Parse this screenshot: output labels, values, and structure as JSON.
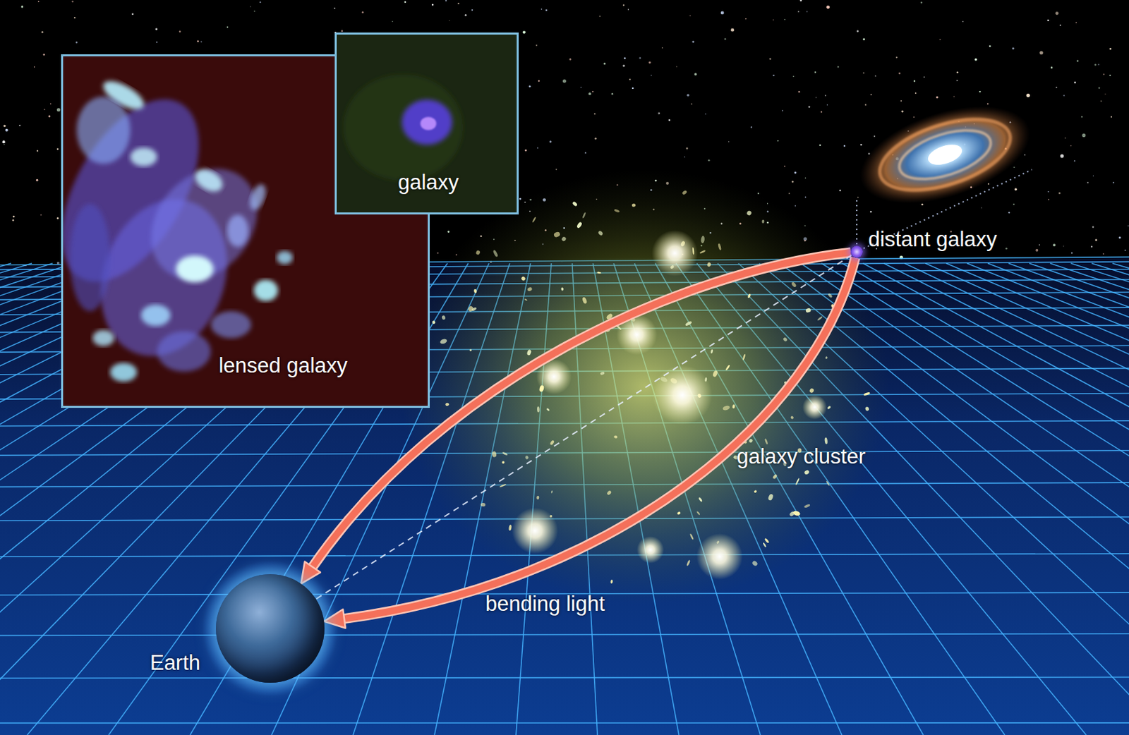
{
  "diagram": {
    "nodes": [
      {
        "text": [
          "lensed galaxy"
        ]
      },
      {
        "text": [
          "galaxy"
        ]
      },
      {
        "text": [
          "distant galaxy"
        ]
      },
      {
        "text": [
          "galaxy cluster"
        ]
      },
      {
        "text": [
          "Earth"
        ]
      }
    ],
    "edges": [
      {
        "from": 2,
        "to": 4,
        "arrow": "to"
      },
      {
        "from": 2,
        "to": 4,
        "arrow": "to",
        "label": "bending light"
      },
      {
        "from": 2,
        "to": 4,
        "arrow": "none"
      }
    ]
  }
}
